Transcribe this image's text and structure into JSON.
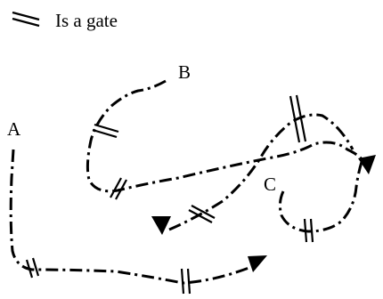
{
  "legend": {
    "symbol_icon": "double-slash-gate-icon",
    "text": "Is a gate"
  },
  "labels": {
    "a": "A",
    "b": "B",
    "c": "C"
  },
  "colors": {
    "ink": "#000000",
    "background": "#ffffff"
  }
}
